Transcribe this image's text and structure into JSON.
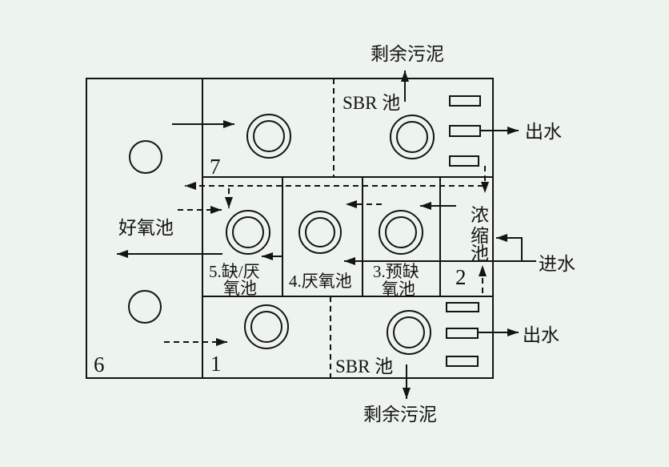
{
  "colors": {
    "background": "#edf3ed",
    "line": "#141414"
  },
  "labels": {
    "surplus_sludge_top": "剩余污泥",
    "surplus_sludge_bottom": "剩余污泥",
    "sbr_tank_top": "SBR 池",
    "sbr_tank_bottom": "SBR 池",
    "effluent_top": "出水",
    "effluent_bottom": "出水",
    "influent": "进水",
    "aerobic_tank": "好氧池",
    "thickener_chars": [
      "浓",
      "缩",
      "池"
    ],
    "tank5_line1": "5.缺/厌",
    "tank5_line2": "氧池",
    "tank4": "4.厌氧池",
    "tank3_line1": "3.预缺",
    "tank3_line2": "氧池",
    "zone_1": "1",
    "zone_2": "2",
    "zone_6": "6",
    "zone_7": "7"
  }
}
